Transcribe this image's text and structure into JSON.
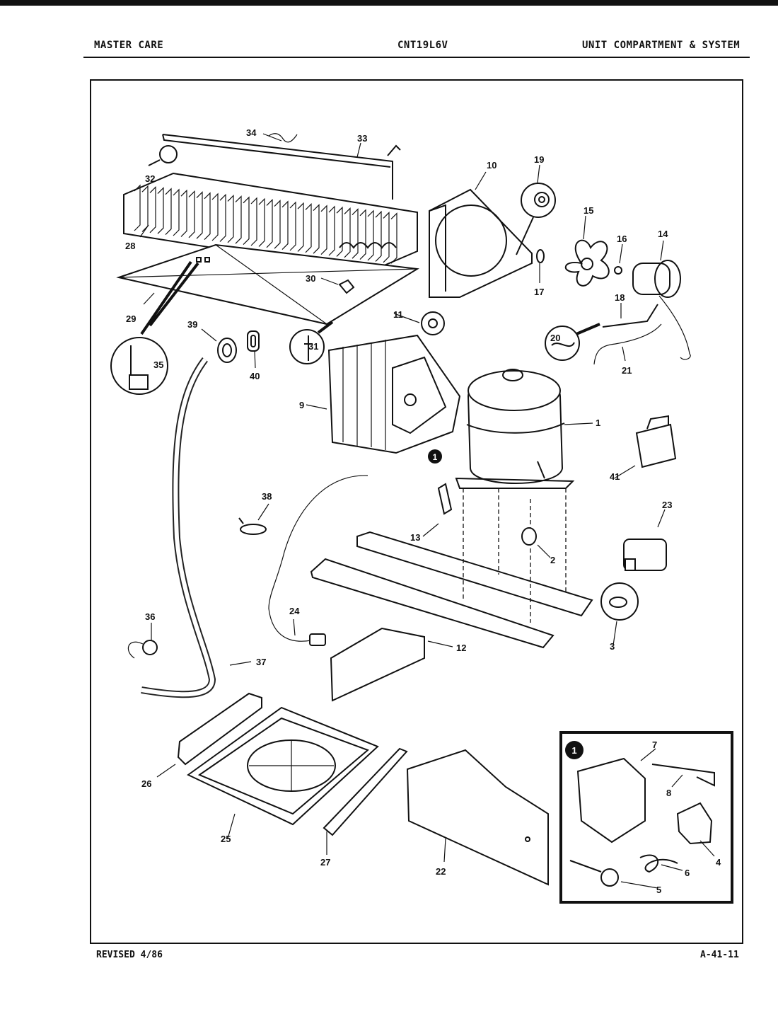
{
  "header": {
    "left": "MASTER CARE",
    "center": "CNT19L6V",
    "right": "UNIT COMPARTMENT & SYSTEM"
  },
  "footer": {
    "left": "REVISED 4/86",
    "right": "A-41-11"
  },
  "callouts": [
    "1",
    "2",
    "3",
    "4",
    "5",
    "6",
    "7",
    "8",
    "9",
    "10",
    "11",
    "12",
    "13",
    "14",
    "15",
    "16",
    "17",
    "18",
    "19",
    "20",
    "21",
    "22",
    "23",
    "24",
    "25",
    "26",
    "27",
    "28",
    "29",
    "30",
    "31",
    "32",
    "33",
    "34",
    "35",
    "36",
    "37",
    "38",
    "39",
    "40",
    "41"
  ],
  "inset_marker": "1"
}
